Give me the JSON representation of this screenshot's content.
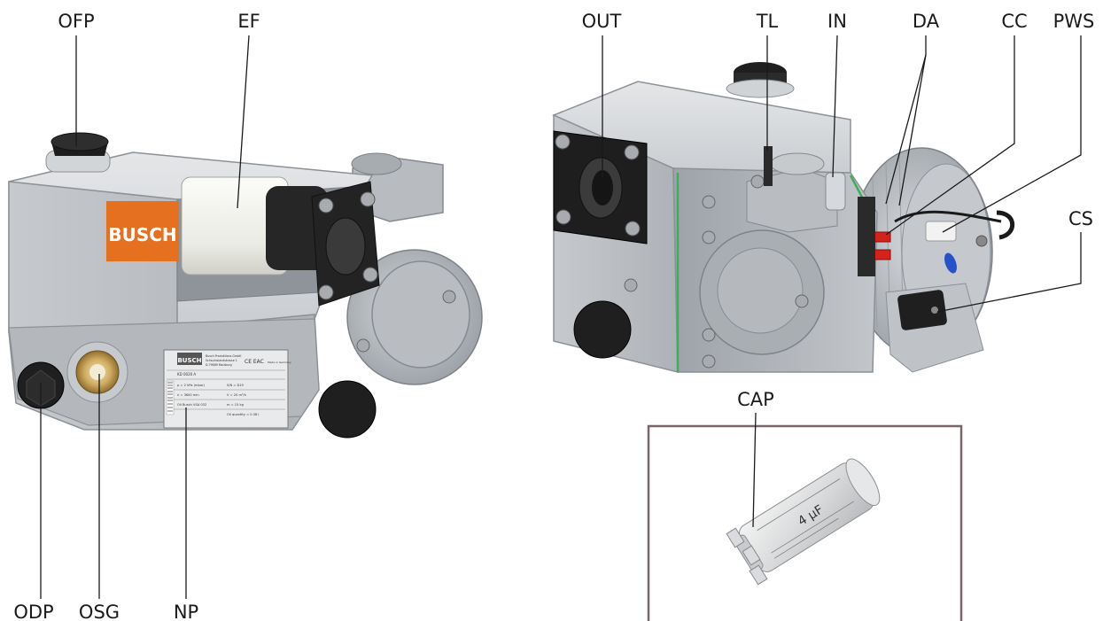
{
  "labels": {
    "ofp": "OFP",
    "ef": "EF",
    "odp": "ODP",
    "osg": "OSG",
    "np": "NP",
    "out": "OUT",
    "tl": "TL",
    "in": "IN",
    "da": "DA",
    "cc": "CC",
    "pws": "PWS",
    "cs": "CS",
    "cap": "CAP"
  },
  "brand": {
    "logo_text": "BUSCH"
  },
  "nameplate": {
    "company": "Busch Produktions GmbH",
    "address_1": "Schauinslandstrasse 1",
    "address_2": "D-79689 Maulburg",
    "ce_mark": "CE EAC",
    "country": "Made in Germany",
    "model": "KD 0020 A",
    "row1_left": "p = 2 hPa (mbar)",
    "row1_right": "S/N = D19",
    "row2_left": "n = 3600 min",
    "row2_right": "V = 20 m³/h",
    "row3_left": "Oil Busch VSA 032",
    "row3_right": "m = 15 kg",
    "row4_right": "Oil quantity = 0.38 l"
  },
  "capacitor": {
    "rating": "4 µF"
  },
  "colors": {
    "housing": "#c7cacd",
    "logo_bg": "#e5701f",
    "dark_part": "#1d1d1d",
    "filter": "#efefea",
    "cap_frame": "#7a6668",
    "green_seal": "#3fae5a",
    "terminal_red": "#d4231c",
    "blue_part": "#2850c8"
  }
}
